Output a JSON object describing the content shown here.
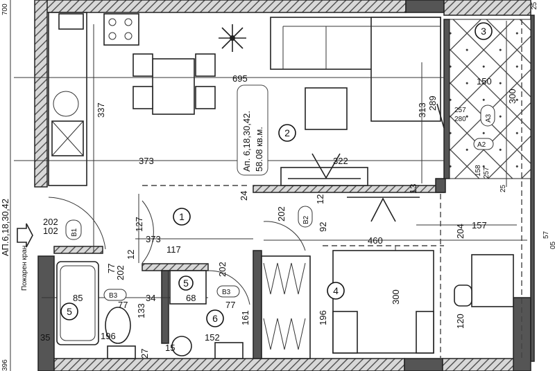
{
  "plan": {
    "apartment_label": "Ап. 6,18,30,42.",
    "area_label": "58.08 кв.м.",
    "side_label": "АП.6,18,30,42",
    "hydrant_label": "Пожарен кран",
    "rooms": [
      "1",
      "2",
      "3",
      "4",
      "5",
      "6",
      "5"
    ],
    "doors": [
      "B1",
      "B2",
      "B3",
      "B3",
      "A3",
      "A2"
    ],
    "dims": [
      "695",
      "337",
      "373",
      "322",
      "313",
      "289",
      "24",
      "12",
      "13",
      "92",
      "202",
      "102",
      "202",
      "127",
      "373",
      "117",
      "12",
      "77",
      "202",
      "85",
      "77",
      "133",
      "34",
      "68",
      "77",
      "202",
      "161",
      "196",
      "152",
      "15",
      "27",
      "35",
      "460",
      "300",
      "196",
      "204",
      "157",
      "120",
      "150",
      "300",
      "257",
      "280",
      "158",
      "257",
      "25",
      "25",
      "700",
      "57",
      "05",
      "396"
    ]
  },
  "colors": {
    "wall_hatch": "#777777",
    "wall_dark": "#555555",
    "tile_grid": "#333333",
    "line": "#222222"
  }
}
